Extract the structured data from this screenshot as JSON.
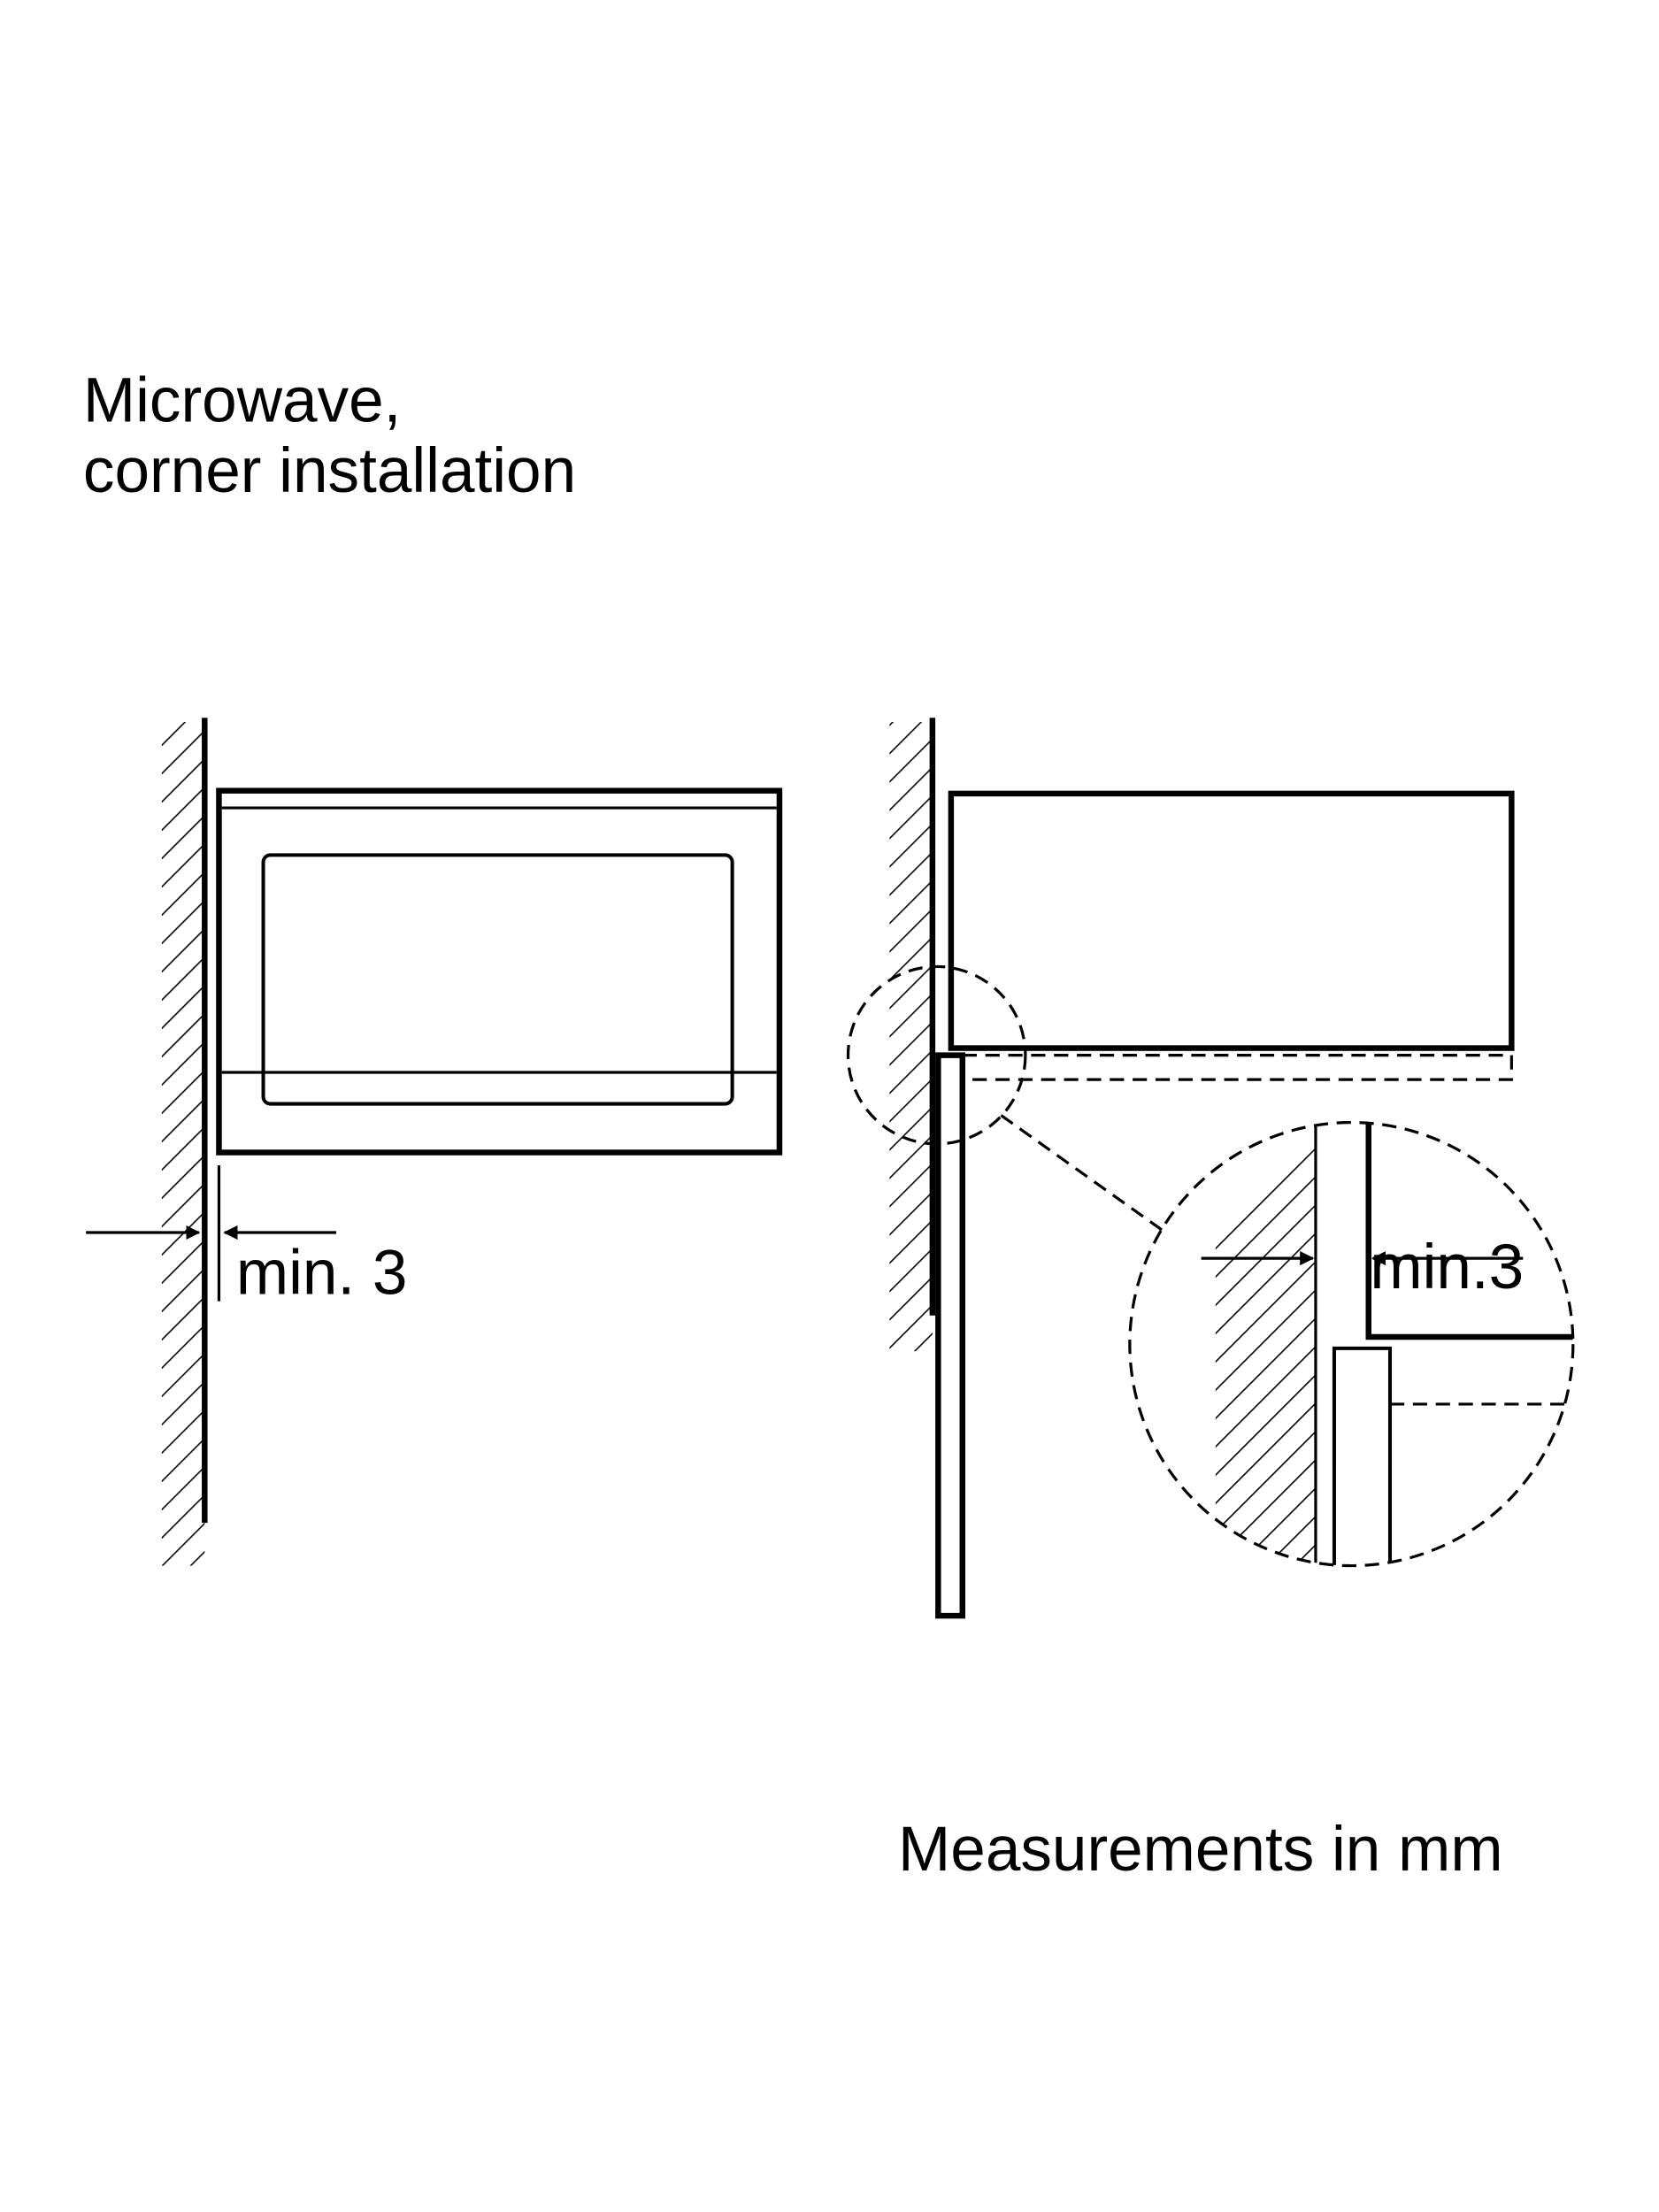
{
  "title": {
    "line1": "Microwave,",
    "line2": "corner installation"
  },
  "left_view": {
    "dimension_label": "min. 3"
  },
  "right_view": {
    "detail_dimension_label": "min.3"
  },
  "footer": {
    "units_note": "Measurements in mm"
  },
  "colors": {
    "ink": "#000000",
    "background": "#ffffff"
  }
}
